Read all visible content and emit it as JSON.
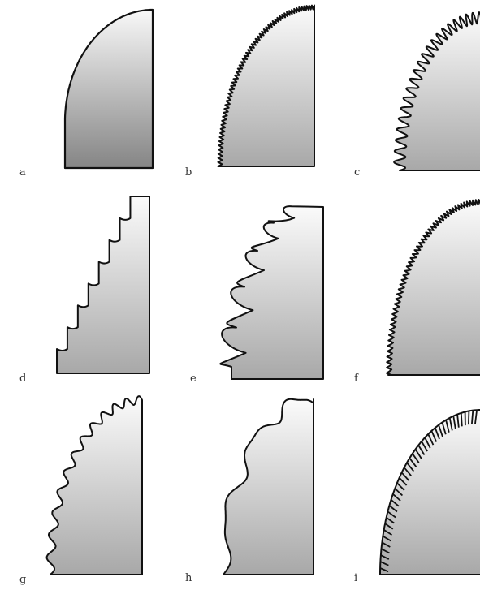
{
  "figure": {
    "panels": [
      {
        "label": "a",
        "shape": "smooth-arc-quadrant"
      },
      {
        "label": "b",
        "shape": "fine-sawtooth-edge"
      },
      {
        "label": "c",
        "shape": "regular-wave-edge"
      },
      {
        "label": "d",
        "shape": "stepped-staircase-edge"
      },
      {
        "label": "e",
        "shape": "deep-lobed-cusp-edge"
      },
      {
        "label": "f",
        "shape": "irregular-serrated-edge"
      },
      {
        "label": "g",
        "shape": "scalloped-wave-edge"
      },
      {
        "label": "h",
        "shape": "broad-irregular-bumps"
      },
      {
        "label": "i",
        "shape": "bristle-spiked-arc"
      }
    ],
    "colors": {
      "outline": "#111111",
      "fill_light": "#f7f7f7",
      "fill_dark": "#8a8a8a"
    }
  }
}
